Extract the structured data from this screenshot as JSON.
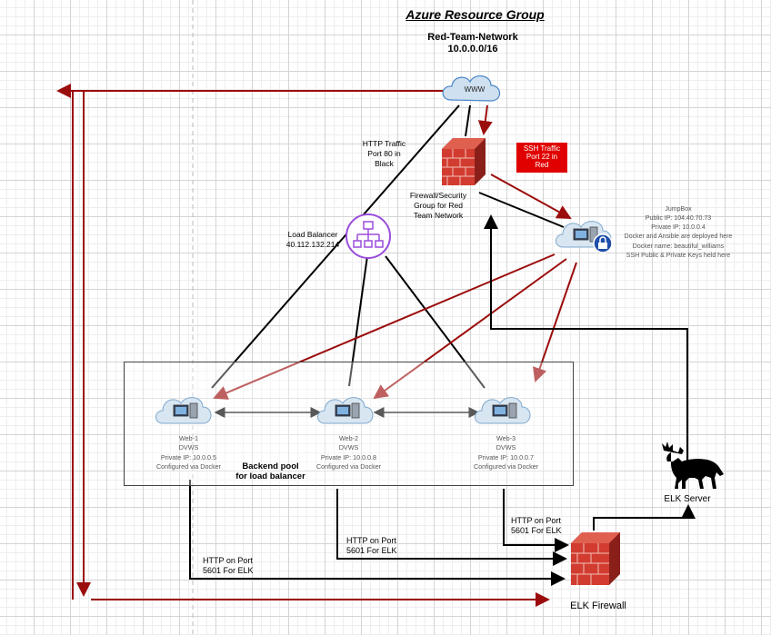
{
  "diagram": {
    "title": "Azure Resource Group",
    "network": {
      "name": "Red-Team-Network",
      "cidr": "10.0.0.0/16"
    },
    "internet": {
      "label": "WWW"
    },
    "http_traffic": {
      "line1": "HTTP Traffic",
      "line2": "Port 80 in",
      "line3": "Black"
    },
    "ssh_traffic": {
      "line1": "SSH Traffic",
      "line2": "Port 22 in",
      "line3": "Red"
    },
    "firewall": {
      "line1": "Firewall/Security",
      "line2": "Group for Red",
      "line3": "Team Network"
    },
    "load_balancer": {
      "line1": "Load Balancer",
      "line2": "40.112.132.214"
    },
    "jumpbox": {
      "name": "JumpBox",
      "public_ip": "Public IP: 104.40.70.73",
      "private_ip": "Private IP: 10.0.0.4",
      "note1": "Docker and Ansible are deployed here",
      "docker_name": "Docker name: beautiful_williams",
      "note2": "SSH Public & Private Keys held here"
    },
    "web1": {
      "name": "Web-1",
      "app": "DVWS",
      "ip": "Private IP: 10.0.0.5",
      "note": "Configured via Docker"
    },
    "web2": {
      "name": "Web-2",
      "app": "DVWS",
      "ip": "Private IP: 10.0.0.8",
      "note": "Configured via Docker"
    },
    "web3": {
      "name": "Web-3",
      "app": "DVWS",
      "ip": "Private IP: 10.0.0.7",
      "note": "Configured via Docker"
    },
    "backend_pool": {
      "line1": "Backend  pool",
      "line2": "for load balancer"
    },
    "elk_server": {
      "label": "ELK Server"
    },
    "elk_firewall": {
      "label": "ELK Firewall"
    },
    "elk_port_label": {
      "line1": "HTTP on Port",
      "line2": "5601 For ELK"
    },
    "colors": {
      "red": "#9b0c0c",
      "black": "#000000",
      "lb_purple": "#9b4ddb",
      "brick": "#c0392b",
      "badge": "#e00000"
    }
  }
}
